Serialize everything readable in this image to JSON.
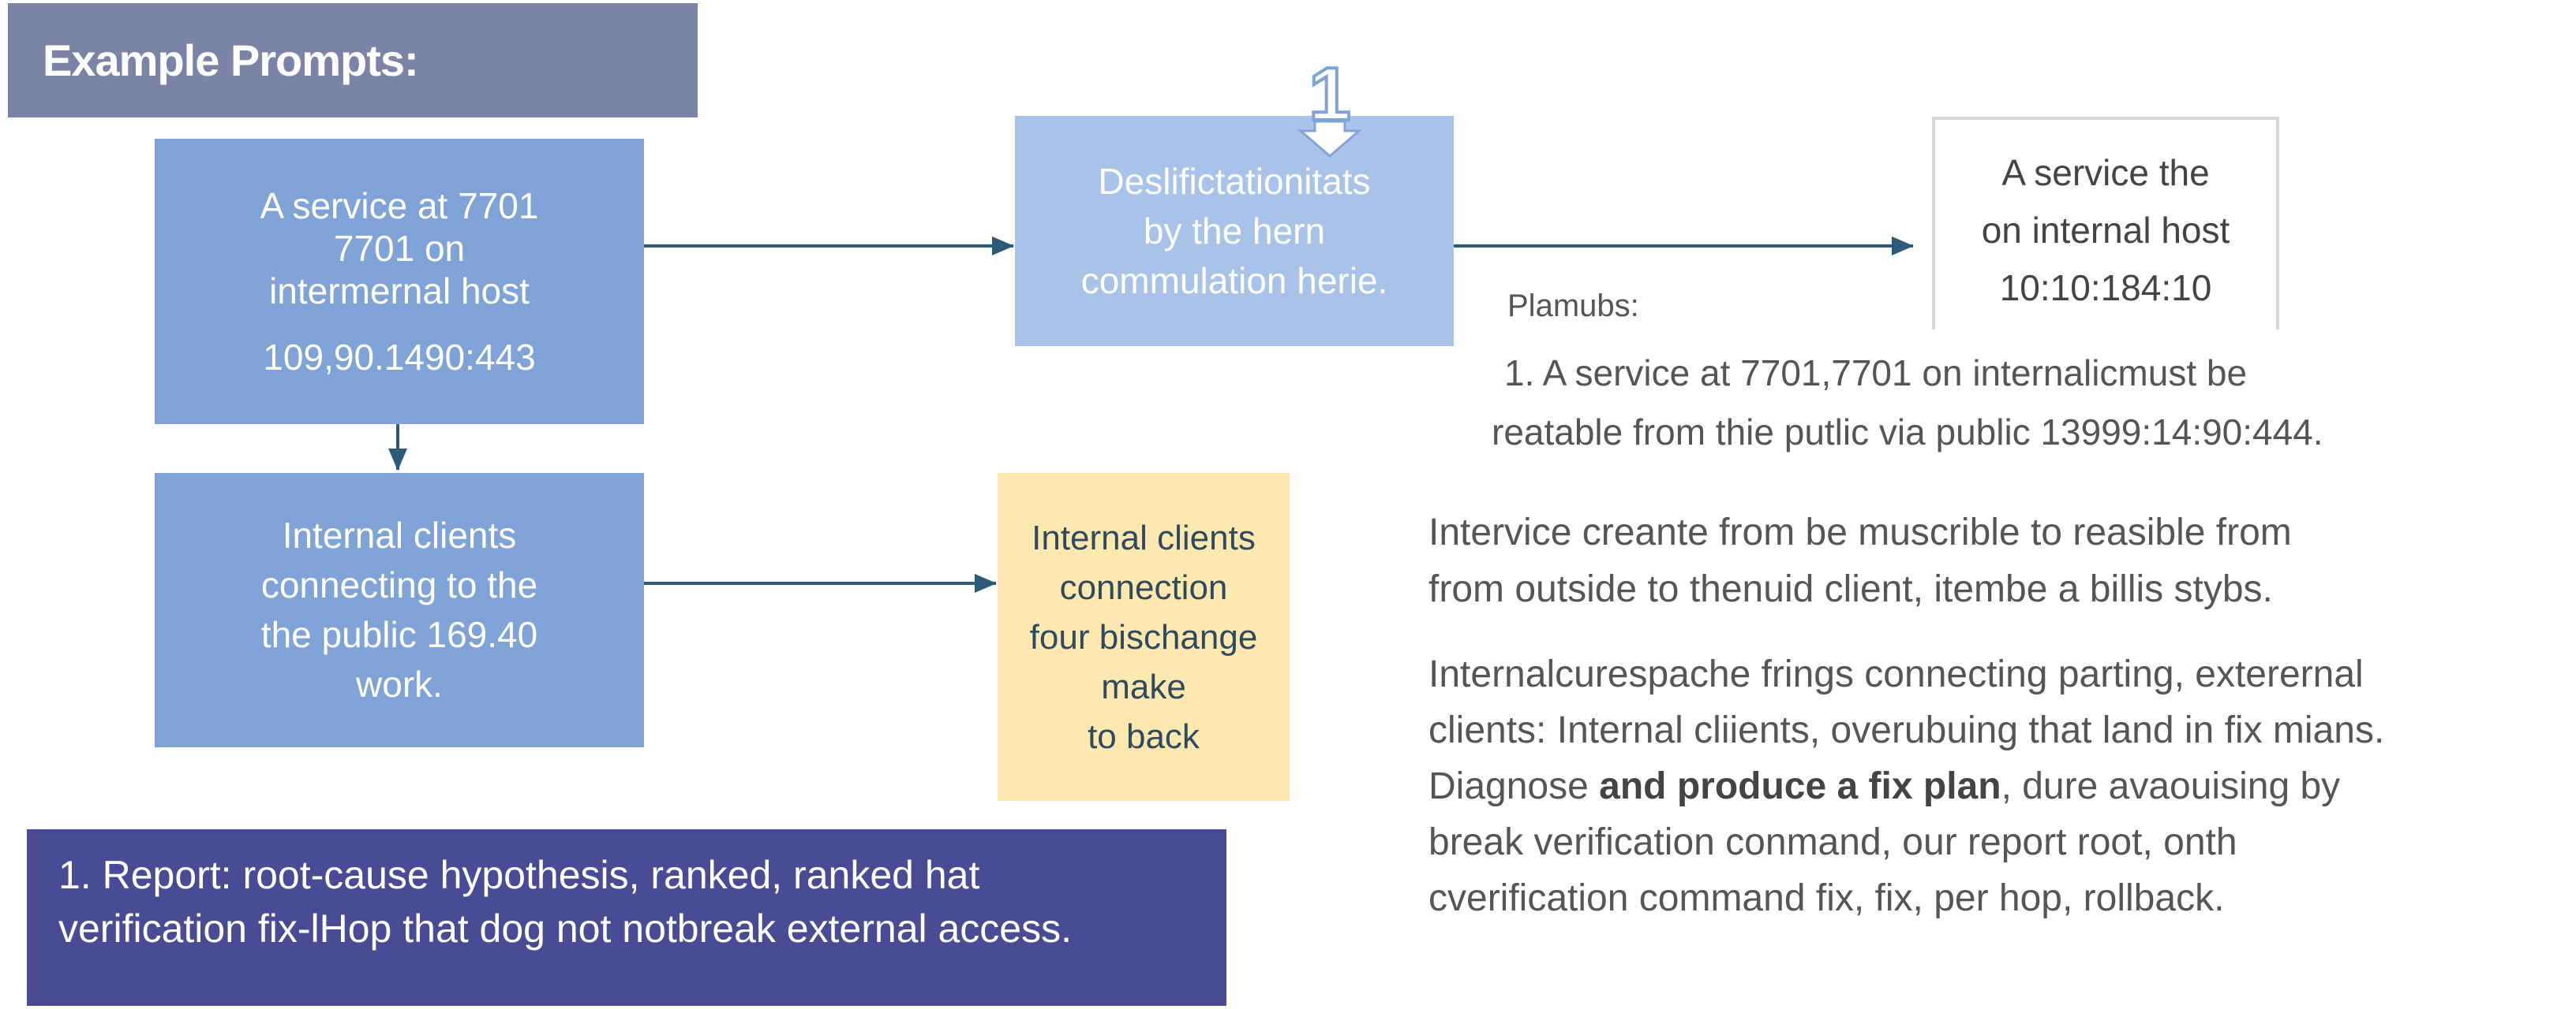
{
  "header": {
    "title": "Example Prompts:"
  },
  "boxes": {
    "service": {
      "lines": [
        "A service at 7701",
        "7701 on",
        "intermernal host"
      ],
      "address": "109,90.1490:443"
    },
    "desc": {
      "marker": "1",
      "lines": [
        "Deslifictationitats",
        "by the hern",
        "commulation herie."
      ]
    },
    "right": {
      "lines": [
        "A service the",
        "on internal host",
        "10:10:184:10"
      ]
    },
    "clients": {
      "lines": [
        "Internal clients",
        "connecting to the",
        "the public 169.40",
        "work."
      ]
    },
    "yellow": {
      "lines": [
        "Internal clients",
        "connection",
        "four bischange",
        "make",
        "to back"
      ]
    }
  },
  "notes": {
    "plamubs_label": "Plamubs:",
    "step1": {
      "line1": "1.  A service at 7701,7701 on internalicmust be",
      "line2": "reatable from thie putlic via public 13999:14:90:444."
    },
    "para1": {
      "line1": "Intervice creante from be muscrible to reasible from",
      "line2": "from outside to thenuid client, itembe a billis stybs."
    },
    "para2": {
      "line1": "Internalcurespache frings connecting parting, exterernal",
      "line2": "clients: Internal cliients, overubuing that land in fix mians.",
      "line3_pre": "Diagnose ",
      "line3_bold": "and produce a fix plan",
      "line3_post": ", dure avaouising by",
      "line4": "break verification conmand, our report  root, onth",
      "line5": "cverification  command fix, fix, per hop, rollback."
    }
  },
  "banner": {
    "line1": "1. Report: root-cause hypothesis, ranked, ranked hat",
    "line2": "verification fix-lHop that dog not notbreak external access."
  },
  "colors": {
    "header_bg": "#7b84a6",
    "box_blue": "#7fa3d6",
    "box_light_blue": "#a9c3e8",
    "box_yellow": "#fde8b0",
    "banner_bg": "#4a4b95",
    "arrow": "#2c5a7a"
  }
}
